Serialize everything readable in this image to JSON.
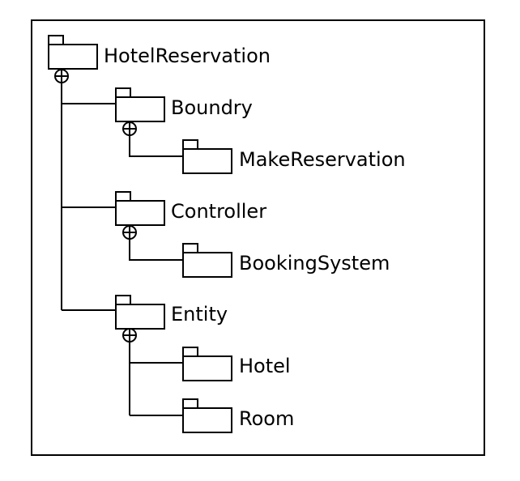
{
  "diagram": {
    "colors": {
      "line": "#000000",
      "background": "#ffffff"
    },
    "icon": "folder-icon",
    "nodes": [
      {
        "id": "hotel-reservation",
        "label": "HotelReservation",
        "parent": null
      },
      {
        "id": "boundry",
        "label": "Boundry",
        "parent": "hotel-reservation"
      },
      {
        "id": "make-reservation",
        "label": "MakeReservation",
        "parent": "boundry"
      },
      {
        "id": "controller",
        "label": "Controller",
        "parent": "hotel-reservation"
      },
      {
        "id": "booking-system",
        "label": "BookingSystem",
        "parent": "controller"
      },
      {
        "id": "entity",
        "label": "Entity",
        "parent": "hotel-reservation"
      },
      {
        "id": "hotel",
        "label": "Hotel",
        "parent": "entity"
      },
      {
        "id": "room",
        "label": "Room",
        "parent": "entity"
      }
    ]
  }
}
